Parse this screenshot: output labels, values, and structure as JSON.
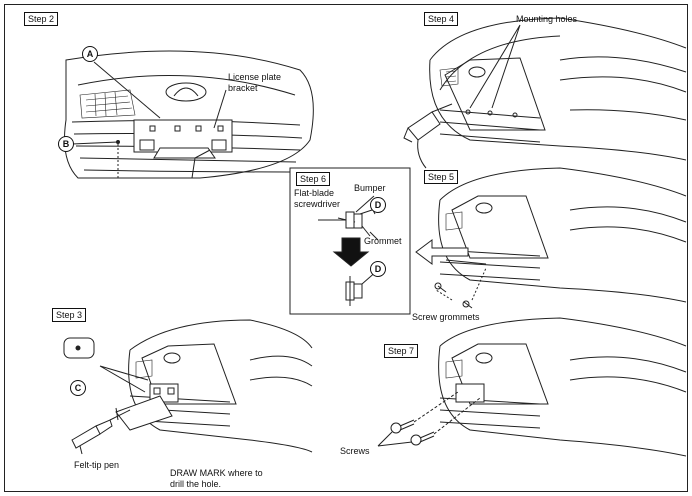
{
  "steps": {
    "step2": "Step 2",
    "step3": "Step 3",
    "step4": "Step 4",
    "step5": "Step 5",
    "step6": "Step 6",
    "step7": "Step 7"
  },
  "callouts": {
    "a": "A",
    "b": "B",
    "c": "C",
    "d1": "D",
    "d2": "D"
  },
  "labels": {
    "license_plate_bracket_1": "License plate",
    "license_plate_bracket_2": "bracket",
    "mounting_holes": "Mounting holes",
    "flat_blade_1": "Flat-blade",
    "flat_blade_2": "screwdriver",
    "bumper": "Bumper",
    "grommet": "Grommet",
    "screw_grommets": "Screw grommets",
    "felt_tip_pen": "Felt-tip pen",
    "draw_mark_1": "DRAW MARK where to",
    "draw_mark_2": "drill the hole.",
    "screws": "Screws"
  }
}
